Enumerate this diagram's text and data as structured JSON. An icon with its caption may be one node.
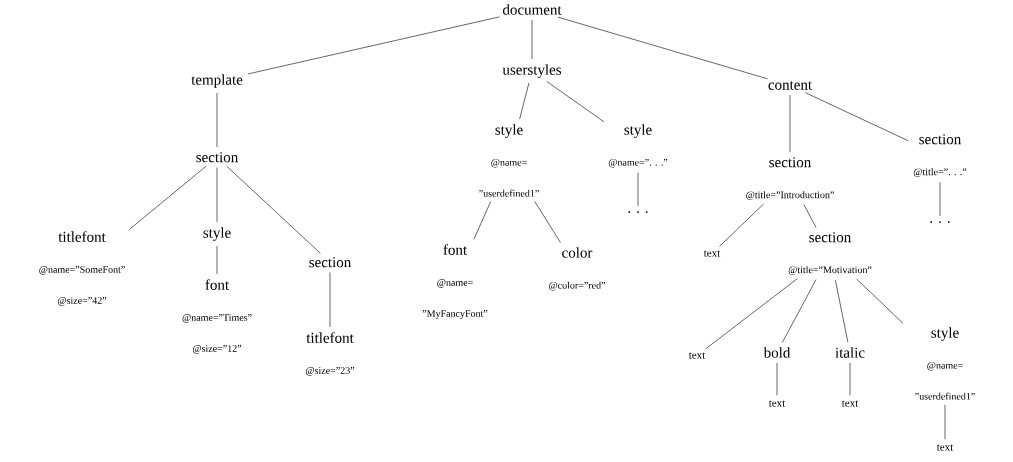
{
  "diagram": {
    "nodes": [
      {
        "text": [
          "document"
        ]
      },
      {
        "text": [
          "template"
        ]
      },
      {
        "text": [
          "userstyles"
        ]
      },
      {
        "text": [
          "content"
        ]
      },
      {
        "text": [
          "section"
        ]
      },
      {
        "text": [
          "titlefont",
          "@name=”SomeFont”",
          "@size=”42”"
        ]
      },
      {
        "text": [
          "style"
        ]
      },
      {
        "text": [
          "font",
          "@name=”Times”",
          "@size=”12”"
        ]
      },
      {
        "text": [
          "section"
        ]
      },
      {
        "text": [
          "titlefont",
          "@size=”23”"
        ]
      },
      {
        "text": [
          "style",
          "@name= ”userdefined1”"
        ]
      },
      {
        "text": [
          "style",
          "@name=”. . .”"
        ]
      },
      {
        "text": [
          ". . ."
        ]
      },
      {
        "text": [
          "font",
          "@name= ”MyFancyFont”"
        ]
      },
      {
        "text": [
          "color",
          "@color=”red”"
        ]
      },
      {
        "text": [
          "section",
          "@title=”Introduction”"
        ]
      },
      {
        "text": [
          "section",
          "@title=”. . .”"
        ]
      },
      {
        "text": [
          ". . ."
        ]
      },
      {
        "text": [
          "text"
        ]
      },
      {
        "text": [
          "section",
          "@title=”Motivation”"
        ]
      },
      {
        "text": [
          "text"
        ]
      },
      {
        "text": [
          "bold"
        ]
      },
      {
        "text": [
          "italic"
        ]
      },
      {
        "text": [
          "style",
          "@name= ”userdefined1”"
        ]
      },
      {
        "text": [
          "text"
        ]
      },
      {
        "text": [
          "text"
        ]
      },
      {
        "text": [
          "text"
        ]
      }
    ],
    "edges": [
      {
        "from": 0,
        "to": 1,
        "arrow": "none"
      },
      {
        "from": 0,
        "to": 2,
        "arrow": "none"
      },
      {
        "from": 0,
        "to": 3,
        "arrow": "none"
      },
      {
        "from": 1,
        "to": 4,
        "arrow": "none"
      },
      {
        "from": 4,
        "to": 5,
        "arrow": "none"
      },
      {
        "from": 4,
        "to": 6,
        "arrow": "none"
      },
      {
        "from": 4,
        "to": 8,
        "arrow": "none"
      },
      {
        "from": 6,
        "to": 7,
        "arrow": "none"
      },
      {
        "from": 8,
        "to": 9,
        "arrow": "none"
      },
      {
        "from": 2,
        "to": 10,
        "arrow": "none"
      },
      {
        "from": 2,
        "to": 11,
        "arrow": "none"
      },
      {
        "from": 11,
        "to": 12,
        "arrow": "none"
      },
      {
        "from": 10,
        "to": 13,
        "arrow": "none"
      },
      {
        "from": 10,
        "to": 14,
        "arrow": "none"
      },
      {
        "from": 3,
        "to": 15,
        "arrow": "none"
      },
      {
        "from": 3,
        "to": 16,
        "arrow": "none"
      },
      {
        "from": 16,
        "to": 17,
        "arrow": "none"
      },
      {
        "from": 15,
        "to": 18,
        "arrow": "none"
      },
      {
        "from": 15,
        "to": 19,
        "arrow": "none"
      },
      {
        "from": 19,
        "to": 20,
        "arrow": "none"
      },
      {
        "from": 19,
        "to": 21,
        "arrow": "none"
      },
      {
        "from": 19,
        "to": 22,
        "arrow": "none"
      },
      {
        "from": 19,
        "to": 23,
        "arrow": "none"
      },
      {
        "from": 21,
        "to": 24,
        "arrow": "none"
      },
      {
        "from": 22,
        "to": 25,
        "arrow": "none"
      },
      {
        "from": 23,
        "to": 26,
        "arrow": "none"
      }
    ]
  }
}
